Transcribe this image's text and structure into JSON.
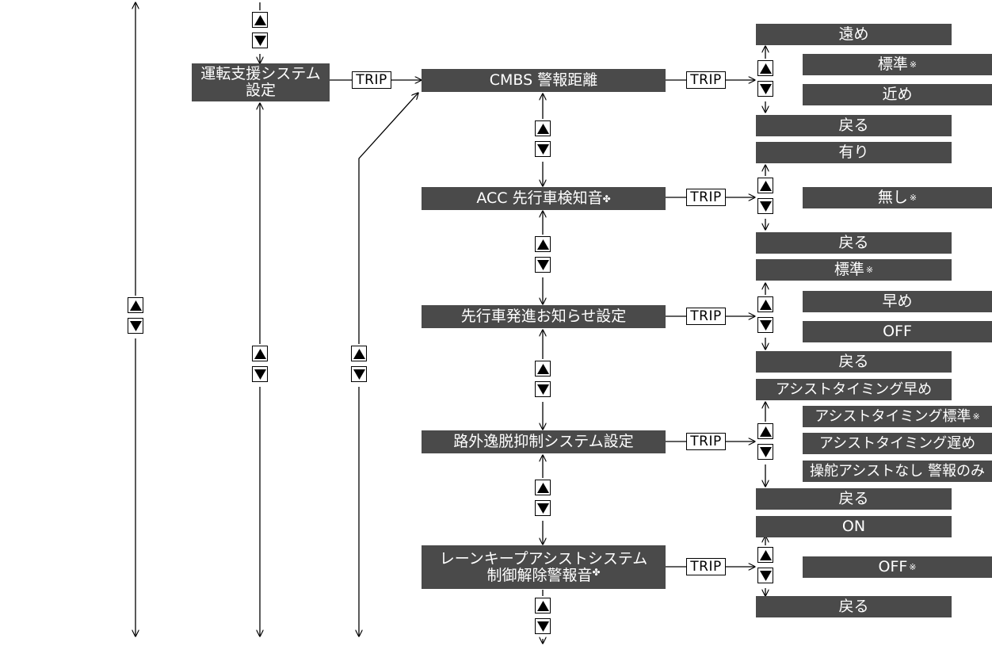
{
  "trip_label": "TRIP",
  "top_menu": {
    "line1": "運転支援システム",
    "line2": "設定"
  },
  "items": [
    {
      "label": "CMBS 警報距離",
      "mark": ""
    },
    {
      "label": "ACC 先行車検知音",
      "mark": "✤"
    },
    {
      "label": "先行車発進お知らせ設定",
      "mark": ""
    },
    {
      "label": "路外逸脱抑制システム設定",
      "mark": ""
    },
    {
      "line1": "レーンキープアシストシステム",
      "line2": "制御解除警報音",
      "mark": "✤"
    }
  ],
  "options": {
    "cmbs": [
      {
        "label": "遠め",
        "note": ""
      },
      {
        "label": "標準",
        "note": "※"
      },
      {
        "label": "近め",
        "note": ""
      },
      {
        "label": "戻る",
        "note": ""
      }
    ],
    "acc": [
      {
        "label": "有り",
        "note": ""
      },
      {
        "label": "無し",
        "note": "※"
      },
      {
        "label": "戻る",
        "note": ""
      }
    ],
    "start_notice": [
      {
        "label": "標準",
        "note": "※"
      },
      {
        "label": "早め",
        "note": ""
      },
      {
        "label": "OFF",
        "note": ""
      },
      {
        "label": "戻る",
        "note": ""
      }
    ],
    "road_departure": [
      {
        "label": "アシストタイミング早め",
        "note": ""
      },
      {
        "label": "アシストタイミング標準",
        "note": "※"
      },
      {
        "label": "アシストタイミング遅め",
        "note": ""
      },
      {
        "label": "操舵アシストなし 警報のみ",
        "note": ""
      },
      {
        "label": "戻る",
        "note": ""
      }
    ],
    "lkas_sound": [
      {
        "label": "ON",
        "note": ""
      },
      {
        "label": "OFF",
        "note": "※"
      },
      {
        "label": "戻る",
        "note": ""
      }
    ]
  },
  "colors": {
    "box_fill": "#4a4a4a",
    "box_text": "#ffffff",
    "line": "#000000"
  },
  "icons": {
    "up": "up-arrow-icon",
    "down": "down-arrow-icon"
  }
}
